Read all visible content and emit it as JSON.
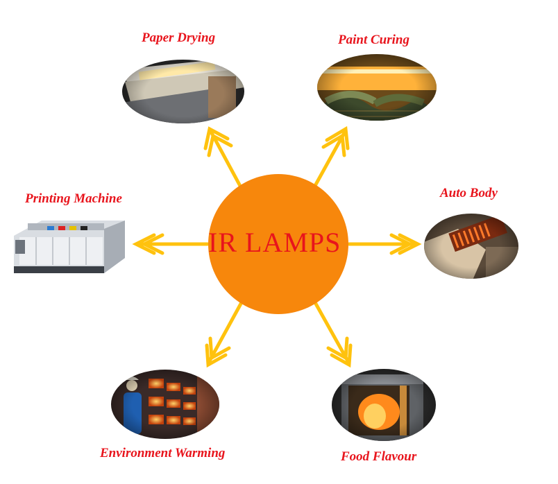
{
  "center": {
    "title": "IR LAMPS",
    "color": "#f7870c"
  },
  "arrow_color": "#ffc20e",
  "label_color": "#e8141c",
  "applications": [
    {
      "id": "paper-drying",
      "label": "Paper Drying",
      "photo": "paper-drying-photo"
    },
    {
      "id": "paint-curing",
      "label": "Paint Curing",
      "photo": "paint-curing-photo"
    },
    {
      "id": "printing-machine",
      "label": "Printing Machine",
      "photo": "printing-machine-photo"
    },
    {
      "id": "auto-body",
      "label": "Auto Body",
      "photo": "auto-body-photo"
    },
    {
      "id": "environment-warming",
      "label": "Environment Warming",
      "photo": "environment-warming-photo"
    },
    {
      "id": "food-flavour",
      "label": "Food Flavour",
      "photo": "food-flavour-photo"
    }
  ]
}
